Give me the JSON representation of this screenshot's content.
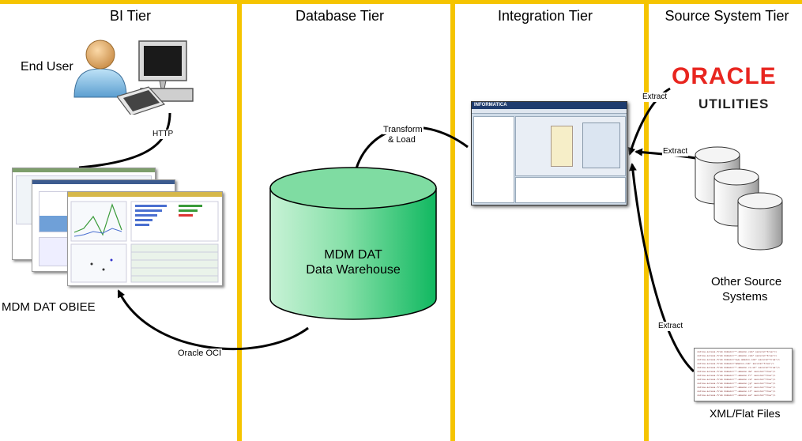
{
  "tiers": [
    {
      "title": "BI Tier"
    },
    {
      "title": "Database Tier"
    },
    {
      "title": "Integration Tier"
    },
    {
      "title": "Source System Tier"
    }
  ],
  "bi": {
    "end_user_label": "End User",
    "http_label": "HTTP",
    "obiee_label": "MDM DAT OBIEE"
  },
  "database": {
    "name": "MDM DAT",
    "subtitle": "Data Warehouse",
    "oci_label": "Oracle OCI",
    "transform_line1": "Transform",
    "transform_line2": "& Load"
  },
  "integration": {
    "tool_name": "INFORMATICA"
  },
  "sources": {
    "oracle_logo": "ORACLE",
    "oracle_sub": "UTILITIES",
    "extract_label": "Extract",
    "other_line1": "Other Source",
    "other_line2": "Systems",
    "xml_label": "XML/Flat Files"
  },
  "colors": {
    "divider": "#f5c400",
    "cylinder": "#3ed07f",
    "oracle_red": "#e8251f"
  }
}
